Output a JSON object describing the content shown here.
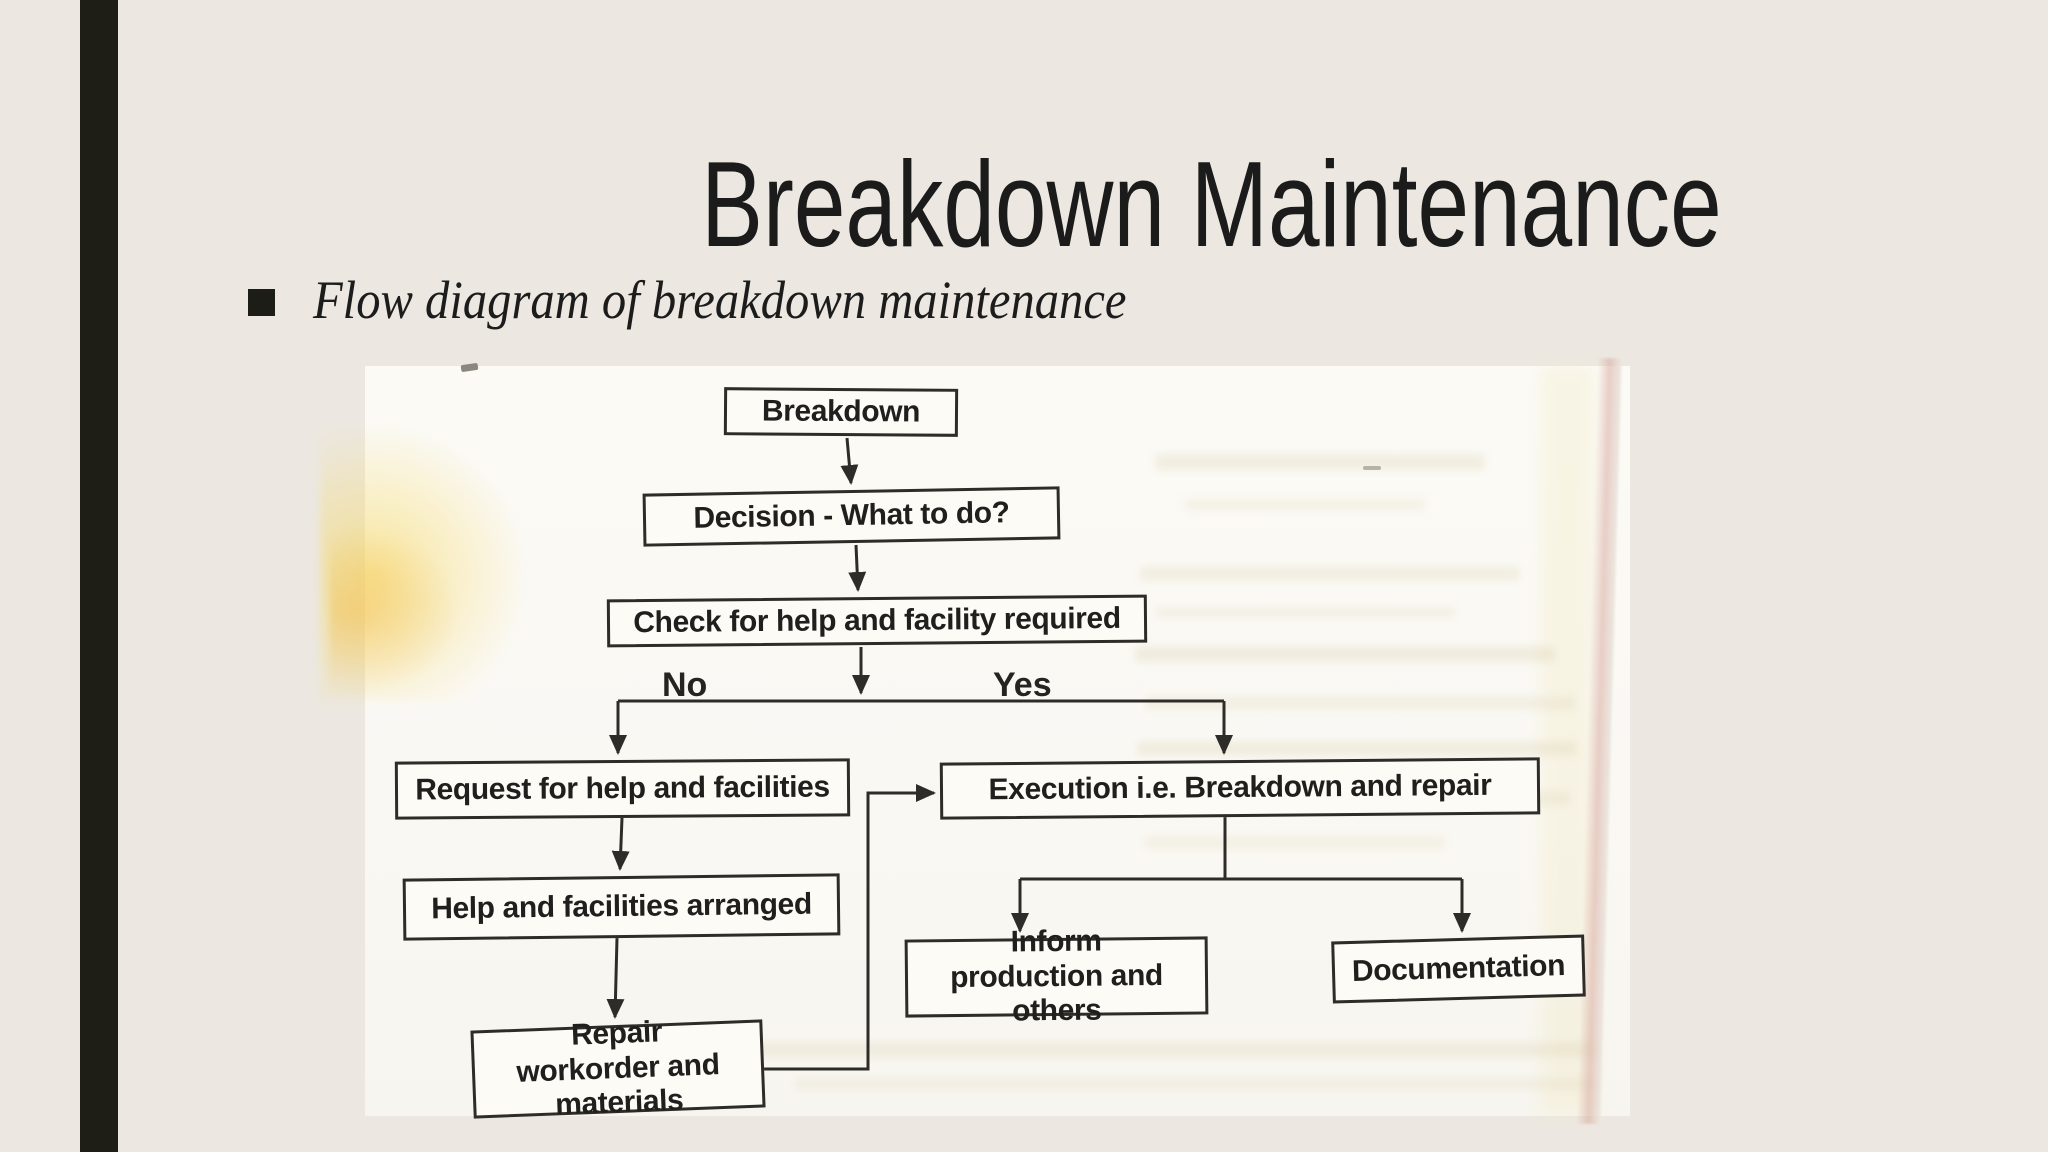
{
  "slide": {
    "title": "Breakdown Maintenance",
    "bullet": "Flow diagram of breakdown maintenance"
  },
  "flowchart": {
    "nodes": [
      {
        "id": "breakdown",
        "label": "Breakdown"
      },
      {
        "id": "decision",
        "label": "Decision - What to do?"
      },
      {
        "id": "check",
        "label": "Check for help and facility required"
      },
      {
        "id": "request",
        "label": "Request for help and facilities"
      },
      {
        "id": "execution",
        "label": "Execution i.e. Breakdown and repair"
      },
      {
        "id": "help",
        "label": "Help and facilities arranged"
      },
      {
        "id": "repair",
        "label": "Repair workorder and materials"
      },
      {
        "id": "inform",
        "label": "Inform production and others"
      },
      {
        "id": "documentation",
        "label": "Documentation"
      }
    ],
    "edge_labels": {
      "no": "No",
      "yes": "Yes"
    }
  },
  "colors": {
    "slide_background": "#ece8e1",
    "accent_bar": "#1e1e16",
    "title_text": "#1b1b1b",
    "scan_paper": "#fbfaf5",
    "flowchart_ink": "#2e2c28",
    "stain_yellow": "#f7d85f"
  }
}
